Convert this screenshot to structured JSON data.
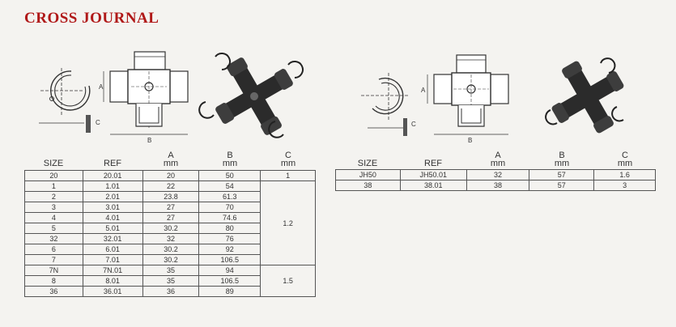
{
  "title": "CROSS JOURNAL",
  "labels": {
    "a": "A",
    "b": "B",
    "c": "C"
  },
  "columns": {
    "size": "SIZE",
    "ref": "REF",
    "a": "A",
    "a_unit": "mm",
    "b": "B",
    "b_unit": "mm",
    "c": "C",
    "c_unit": "mm"
  },
  "left_table": {
    "rows": [
      {
        "size": "20",
        "ref": "20.01",
        "a": "20",
        "b": "50"
      },
      {
        "size": "1",
        "ref": "1.01",
        "a": "22",
        "b": "54"
      },
      {
        "size": "2",
        "ref": "2.01",
        "a": "23.8",
        "b": "61.3"
      },
      {
        "size": "3",
        "ref": "3.01",
        "a": "27",
        "b": "70"
      },
      {
        "size": "4",
        "ref": "4.01",
        "a": "27",
        "b": "74.6"
      },
      {
        "size": "5",
        "ref": "5.01",
        "a": "30.2",
        "b": "80"
      },
      {
        "size": "32",
        "ref": "32.01",
        "a": "32",
        "b": "76"
      },
      {
        "size": "6",
        "ref": "6.01",
        "a": "30.2",
        "b": "92"
      },
      {
        "size": "7",
        "ref": "7.01",
        "a": "30.2",
        "b": "106.5"
      },
      {
        "size": "7N",
        "ref": "7N.01",
        "a": "35",
        "b": "94"
      },
      {
        "size": "8",
        "ref": "8.01",
        "a": "35",
        "b": "106.5"
      },
      {
        "size": "36",
        "ref": "36.01",
        "a": "36",
        "b": "89"
      }
    ],
    "c_groups": [
      "1",
      "1.2",
      "1.5"
    ]
  },
  "right_table": {
    "rows": [
      {
        "size": "JH50",
        "ref": "JH50.01",
        "a": "32",
        "b": "57",
        "c": "1.6"
      },
      {
        "size": "38",
        "ref": "38.01",
        "a": "38",
        "b": "57",
        "c": "3"
      }
    ]
  }
}
